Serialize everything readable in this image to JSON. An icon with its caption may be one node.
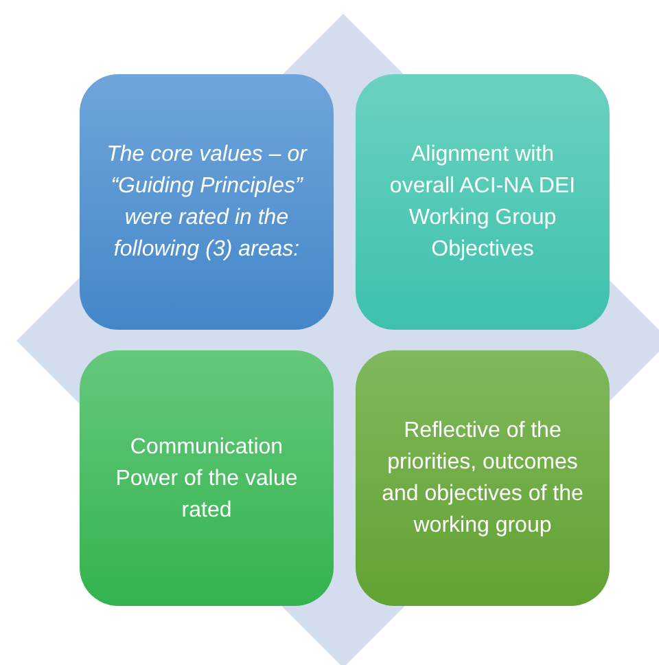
{
  "diagram": {
    "nodes": [
      {
        "text": [
          "The core values – or “Guiding Principles” were rated in the following (3) areas:"
        ]
      },
      {
        "text": [
          "Alignment with overall ACI-NA DEI Working Group Objectives"
        ]
      },
      {
        "text": [
          "Communication Power of the value rated"
        ]
      },
      {
        "text": [
          "Reflective of the priorities, outcomes and objectives of the working group"
        ]
      }
    ]
  }
}
